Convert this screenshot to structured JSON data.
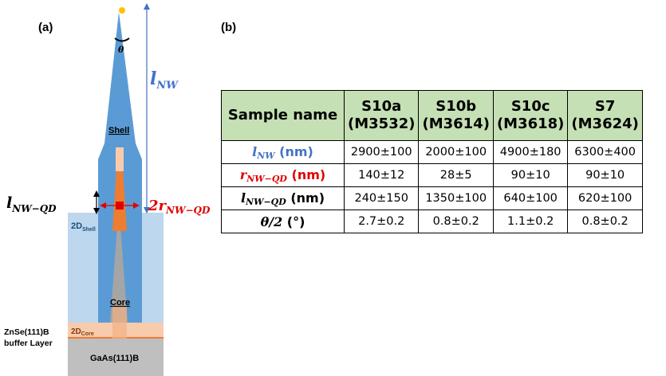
{
  "panel_a": {
    "label": "(a)",
    "theta_label": "θ",
    "lnw_label": "l",
    "lnw_sub": "NW",
    "lnwqd_label": "l",
    "lnwqd_sub": "NW−QD",
    "rnwqd_prefix": "2r",
    "rnwqd_sub": "NW−QD",
    "shell_label": "Shell",
    "core_label": "Core",
    "shell2d_main": "2D",
    "shell2d_sub": "Shell",
    "core2d_main": "2D",
    "core2d_sub": "Core",
    "buffer_line1": "ZnSe(111)B",
    "buffer_line2": "buffer Layer",
    "substrate_label": "GaAs(111)B",
    "colors": {
      "nanowire_blue": "#5b9bd5",
      "shell_light": "#bdd7ee",
      "core_orange": "#ed7d31",
      "core_light": "#f8cbad",
      "substrate_gray": "#bfbfbf",
      "label_red": "#e00000"
    }
  },
  "panel_b": {
    "label": "(b)",
    "header_first": "Sample name",
    "columns": [
      {
        "name": "S10a",
        "code": "(M3532)"
      },
      {
        "name": "S10b",
        "code": "(M3614)"
      },
      {
        "name": "S10c",
        "code": "(M3618)"
      },
      {
        "name": "S7",
        "code": "(M3624)"
      }
    ],
    "rows": [
      {
        "sym": "l",
        "sub": "NW",
        "unit": " (nm)",
        "color": "blue",
        "values": [
          "2900±100",
          "2000±100",
          "4900±180",
          "6300±400"
        ]
      },
      {
        "sym": "r",
        "sub": "NW−QD",
        "unit": " (nm)",
        "color": "red",
        "values": [
          "140±12",
          "28±5",
          "90±10",
          "90±10"
        ]
      },
      {
        "sym": "l",
        "sub": "NW−QD",
        "unit": " (nm)",
        "color": "black",
        "values": [
          "240±150",
          "1350±100",
          "640±100",
          "620±100"
        ]
      },
      {
        "sym": "θ/2",
        "sub": "",
        "unit": " (°)",
        "color": "black",
        "values": [
          "2.7±0.2",
          "0.8±0.2",
          "1.1±0.2",
          "0.8±0.2"
        ]
      }
    ]
  }
}
